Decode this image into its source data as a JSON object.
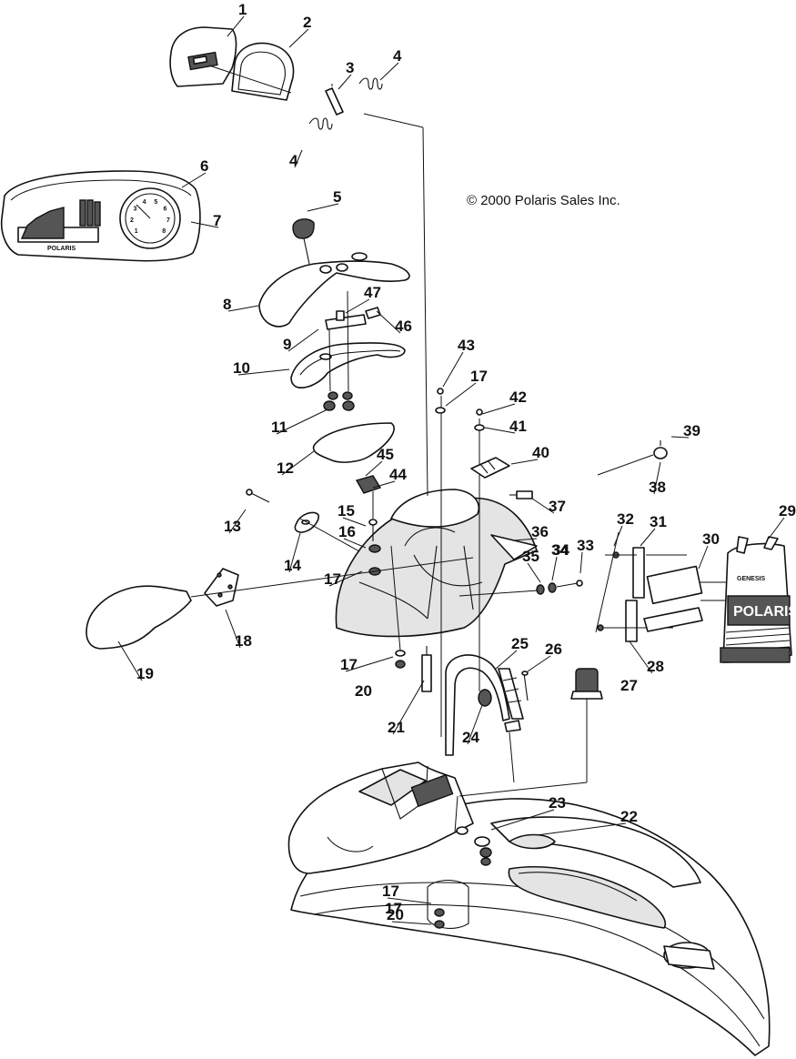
{
  "copyright": "© 2000 Polaris Sales Inc.",
  "cluster": {
    "brand_text": "POLARIS",
    "tach_numbers": [
      "1",
      "2",
      "3",
      "4",
      "5",
      "6",
      "7",
      "8"
    ]
  },
  "rear_panel": {
    "brand_text": "POLARIS",
    "small_text": "GENESIS"
  },
  "callouts": [
    "1",
    "2",
    "3",
    "4",
    "4",
    "5",
    "6",
    "7",
    "8",
    "9",
    "10",
    "11",
    "12",
    "13",
    "14",
    "15",
    "16",
    "17",
    "17",
    "17",
    "17",
    "17",
    "18",
    "19",
    "20",
    "20",
    "21",
    "22",
    "23",
    "24",
    "25",
    "26",
    "27",
    "28",
    "29",
    "30",
    "31",
    "32",
    "33",
    "34",
    "34",
    "35",
    "36",
    "37",
    "38",
    "39",
    "40",
    "41",
    "42",
    "43",
    "44",
    "45",
    "46",
    "47"
  ]
}
